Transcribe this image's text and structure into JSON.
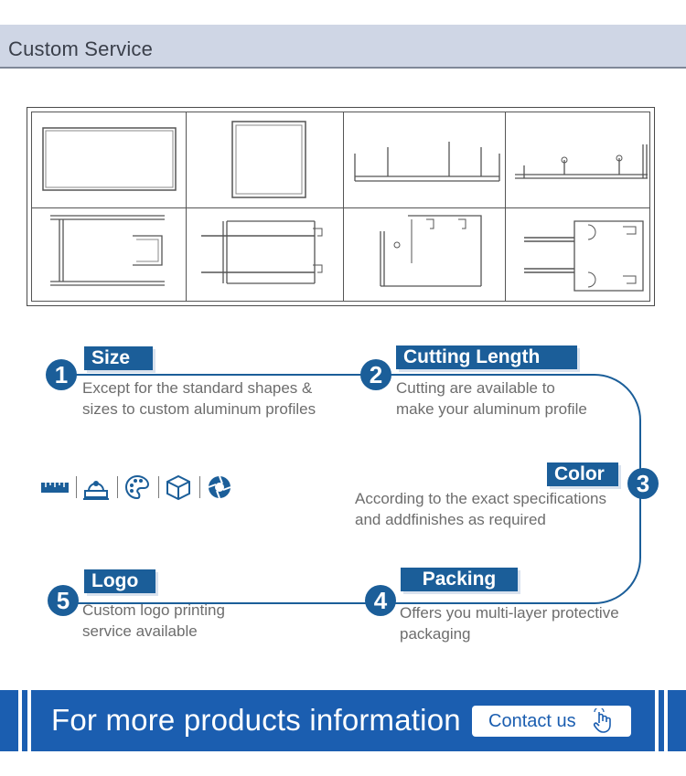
{
  "header": {
    "title": "Custom Service"
  },
  "steps": [
    {
      "num": "1",
      "tag": "Size",
      "desc_line1": "Except for the standard shapes &",
      "desc_line2": "sizes to custom aluminum profiles"
    },
    {
      "num": "2",
      "tag": "Cutting Length",
      "desc_line1": "Cutting are available to",
      "desc_line2": "make your aluminum profile"
    },
    {
      "num": "3",
      "tag": "Color",
      "desc_line1": "According to the exact specifications",
      "desc_line2": "and addfinishes as required"
    },
    {
      "num": "4",
      "tag": "Packing",
      "desc_line1": "Offers you multi-layer protective",
      "desc_line2": "packaging"
    },
    {
      "num": "5",
      "tag": "Logo",
      "desc_line1": "Custom logo printing",
      "desc_line2": "service available"
    }
  ],
  "icons": [
    "ruler-icon",
    "cutter-machine-icon",
    "palette-icon",
    "package-box-icon",
    "gear-logo-icon"
  ],
  "footer": {
    "text": "For more products information",
    "button_label": "Contact us"
  },
  "colors": {
    "accent": "#1b5e99",
    "banner": "#1b5eb0",
    "header_band": "#cfd6e5"
  }
}
